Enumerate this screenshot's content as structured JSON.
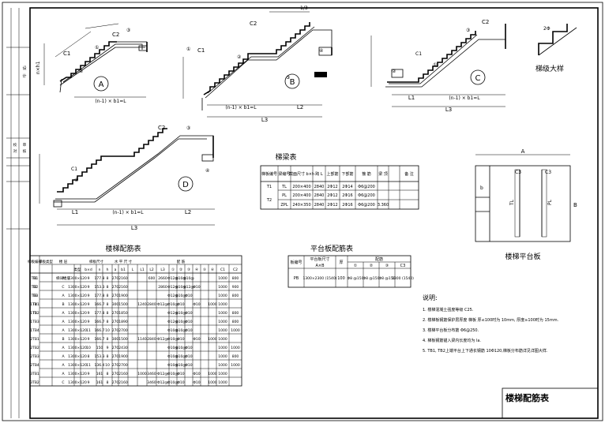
{
  "drawing_title": "楼梯配筋表",
  "detail_labels": {
    "a": "A",
    "b": "B",
    "c": "C",
    "d": "D"
  },
  "dim_text": {
    "run_formula": "(n-1) × b1=L",
    "l1": "L1",
    "l2": "L2",
    "l3": "L3",
    "slope": "1/3",
    "height_formula": "n×h1",
    "bar_c1": "C1",
    "bar_c2": "C2",
    "bar_c3": "C3",
    "top_a": "A",
    "side_b": "B",
    "tl": "TL",
    "pl": "PL",
    "hatch_b": "b",
    "hatch_c2": "C2",
    "hatch_c3": "C3"
  },
  "step_detail": {
    "title": "梯级大样",
    "dim": "2Φ"
  },
  "landing_plan": {
    "title": "楼梯平台板"
  },
  "beam_table": {
    "title": "梯梁表",
    "headers": [
      "梯板编号",
      "梁编号",
      "截面尺寸 b×h",
      "跨 L",
      "上部筋",
      "下部筋",
      "箍 筋",
      "梁 顶",
      "备 注"
    ],
    "rows": [
      [
        "T1",
        "TL",
        "200×400",
        "2840",
        "2Φ12",
        "2Φ14",
        "Φ6@200",
        "",
        ""
      ],
      [
        "T2",
        "PL",
        "200×400",
        "2840",
        "2Φ12",
        "2Φ16",
        "Φ6@200",
        "",
        ""
      ],
      [
        "",
        "ZPL",
        "240×350",
        "2840",
        "2Φ12",
        "2Φ16",
        "Φ6@200",
        "3.360",
        ""
      ]
    ]
  },
  "stair_table": {
    "title": "楼梯配筋表",
    "head_top": [
      "梯板编号",
      "梯板类型",
      "楼 层",
      "踏 步",
      "梯板尺寸",
      "",
      "",
      "水 平 尺 寸",
      "",
      "",
      "",
      "",
      "配 筋",
      "",
      "",
      "",
      "",
      "",
      "",
      ""
    ],
    "head_sub": [
      "",
      "",
      "",
      "类型",
      "b×d",
      "n",
      "h",
      "a",
      "b1",
      "L",
      "L1",
      "L2",
      "L3",
      "①",
      "②",
      "③",
      "④",
      "⑤",
      "⑥",
      "C1",
      "C2"
    ],
    "side_codes": [
      "T1",
      "T2",
      "T3",
      "T4",
      "T5"
    ],
    "rows": [
      [
        "TB1",
        "",
        "A",
        "1300×120",
        "9",
        "177.8",
        "8",
        "270",
        "2160",
        "",
        "",
        "600",
        "2660",
        "Φ12@",
        "Φ10@",
        "Φ10@",
        "",
        "",
        "",
        "1000",
        "800"
      ],
      [
        "TB2",
        "",
        "C",
        "1300×120",
        "9",
        "153.3",
        "8",
        "270",
        "2160",
        "",
        "",
        "",
        "2860",
        "Φ12@",
        "Φ10@",
        "Φ12@",
        "Φ10",
        "",
        "",
        "1000",
        "900"
      ],
      [
        "TB3",
        "",
        "A",
        "1300×120",
        "9",
        "177.8",
        "8",
        "270",
        "1900",
        "",
        "",
        "",
        "",
        "Φ12@",
        "Φ10@",
        "Φ10",
        "",
        "",
        "",
        "1000",
        "800"
      ],
      [
        "1TB1",
        "",
        "B",
        "1300×120",
        "9",
        "166.7",
        "8",
        "300",
        "1500",
        "",
        "1240",
        "2840",
        "Φ12@",
        "Φ10@",
        "Φ10",
        "",
        "Φ10",
        "",
        "1000",
        "1000"
      ],
      [
        "1TB2",
        "",
        "A",
        "1300×120",
        "9",
        "177.8",
        "8",
        "270",
        "1850",
        "",
        "",
        "",
        "",
        "Φ12@",
        "Φ10@",
        "Φ10",
        "",
        "",
        "",
        "1000",
        "800"
      ],
      [
        "1TB3",
        "",
        "A",
        "1300×120",
        "9",
        "166.7",
        "8",
        "270",
        "1890",
        "",
        "",
        "",
        "",
        "Φ12@",
        "Φ10@",
        "Φ10",
        "",
        "",
        "",
        "1000",
        "800"
      ],
      [
        "1TB4",
        "",
        "A",
        "1300×120",
        "11",
        "166.7",
        "10",
        "270",
        "2700",
        "",
        "",
        "",
        "",
        "Φ10@",
        "Φ10@",
        "Φ10",
        "",
        "",
        "",
        "1000",
        "1000"
      ],
      [
        "2TB1",
        "",
        "B",
        "1300×120",
        "9",
        "166.7",
        "8",
        "300",
        "1500",
        "",
        "1140",
        "2840",
        "Φ12@",
        "Φ10@",
        "Φ10",
        "",
        "Φ10",
        "",
        "1000",
        "1000"
      ],
      [
        "2TB2",
        "",
        "A",
        "1300×120",
        "10",
        "150",
        "9",
        "270",
        "2430",
        "",
        "",
        "",
        "",
        "Φ10@",
        "Φ10@",
        "Φ10",
        "",
        "",
        "",
        "1000",
        "1000"
      ],
      [
        "2TB3",
        "",
        "A",
        "1300×120",
        "8",
        "153.3",
        "8",
        "270",
        "1900",
        "",
        "",
        "",
        "",
        "Φ10@",
        "Φ10@",
        "Φ10",
        "",
        "",
        "",
        "1000",
        "800"
      ],
      [
        "2TB4",
        "",
        "A",
        "1300×120",
        "11",
        "136.4",
        "10",
        "270",
        "2700",
        "",
        "",
        "",
        "",
        "Φ10@",
        "Φ10@",
        "Φ10",
        "",
        "",
        "",
        "1000",
        "1000"
      ],
      [
        "3TB1",
        "",
        "A",
        "1300×120",
        "9",
        "161",
        "8",
        "270",
        "2160",
        "",
        "1000",
        "3460",
        "Φ12@",
        "Φ10@",
        "Φ10",
        "",
        "Φ10",
        "",
        "1000",
        "1000"
      ],
      [
        "3TB2",
        "",
        "C",
        "1300×120",
        "9",
        "161",
        "8",
        "270",
        "2160",
        "",
        "",
        "3460",
        "Φ12@",
        "Φ10@",
        "Φ10",
        "",
        "Φ10",
        "",
        "1000",
        "1000"
      ]
    ],
    "label_floor": "梯间楼层"
  },
  "landing_table": {
    "title": "平台板配筋表",
    "headers": [
      "板编号",
      "平台板尺寸",
      "厚",
      "配筋",
      "",
      "",
      "",
      ""
    ],
    "sub": [
      "",
      "A×B",
      "h",
      "①",
      "②",
      "③",
      "C3",
      ""
    ],
    "rows": [
      [
        "PB",
        "1300×2300 (1540)",
        "100",
        "Φ8 @150",
        "Φ8 @150",
        "Φ8 @150",
        "1300 (1540)",
        ""
      ]
    ]
  },
  "notes": {
    "title": "说明:",
    "items": [
      "1. 楼梯混凝土强度等级        C25.",
      "2. 楼梯板钢筋保护层厚度  梯板      厚≤100时为 10mm, 厚度≥100时为 15mm.",
      "3. 楼梯平台板分布筋       Φ6@250.",
      "4. 梯板钢筋锚入梁内长度均为 la.",
      "5. TB1, TB2上端平台上下通长钢筋      10Φ120,梯板分布筋详见详图大样."
    ]
  },
  "title_block": {
    "text": "楼梯配筋表",
    "col_labels": [
      "设",
      "计",
      "校",
      "对",
      "审",
      "核"
    ]
  }
}
